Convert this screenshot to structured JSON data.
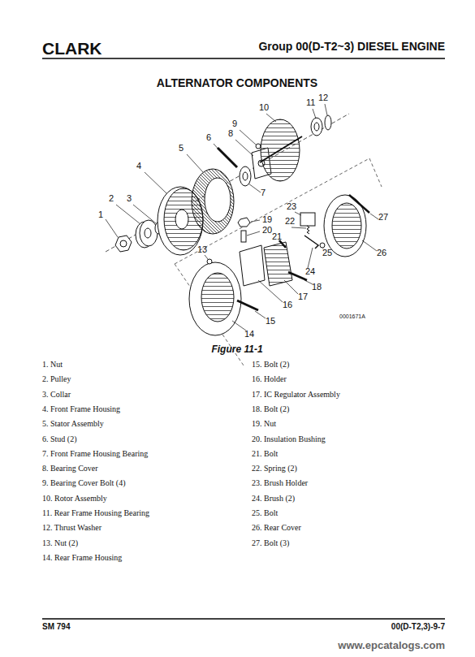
{
  "diagram": {
    "title": "ALTERNATOR COMPONENTS",
    "caption": "Figure 11-1",
    "labels": [
      "CLARK",
      "Group 00(D-T2~3) DIESEL ENGINE",
      "1",
      "2",
      "3",
      "4",
      "5",
      "6",
      "7",
      "8",
      "9",
      "10",
      "11",
      "12",
      "13",
      "14",
      "15",
      "16",
      "17",
      "18",
      "19",
      "20",
      "21",
      "22",
      "23",
      "24",
      "25",
      "26",
      "27",
      "0001671A",
      "1. Nut",
      "2. Pulley",
      "3. Collar",
      "4. Front Frame Housing",
      "5. Stator Assembly",
      "6. Stud (2)",
      "7. Front Frame Housing Bearing",
      "8. Bearing Cover",
      "9. Bearing Cover Bolt (4)",
      "10. Rotor Assembly",
      "11. Rear Frame Housing Bearing",
      "12. Thrust Washer",
      "13. Nut (2)",
      "14. Rear Frame Housing",
      "15. Bolt (2)",
      "16. Holder",
      "17. IC Regulator Assembly",
      "18. Bolt (2)",
      "19. Nut",
      "20. Insulation Bushing",
      "21. Bolt",
      "22. Spring (2)",
      "23. Brush Holder",
      "24. Brush (2)",
      "25. Bolt",
      "26. Rear Cover",
      "27. Bolt (3)",
      "SM 794",
      "00(D-T2,3)-9-7",
      "www.epcatalogs.com"
    ]
  }
}
